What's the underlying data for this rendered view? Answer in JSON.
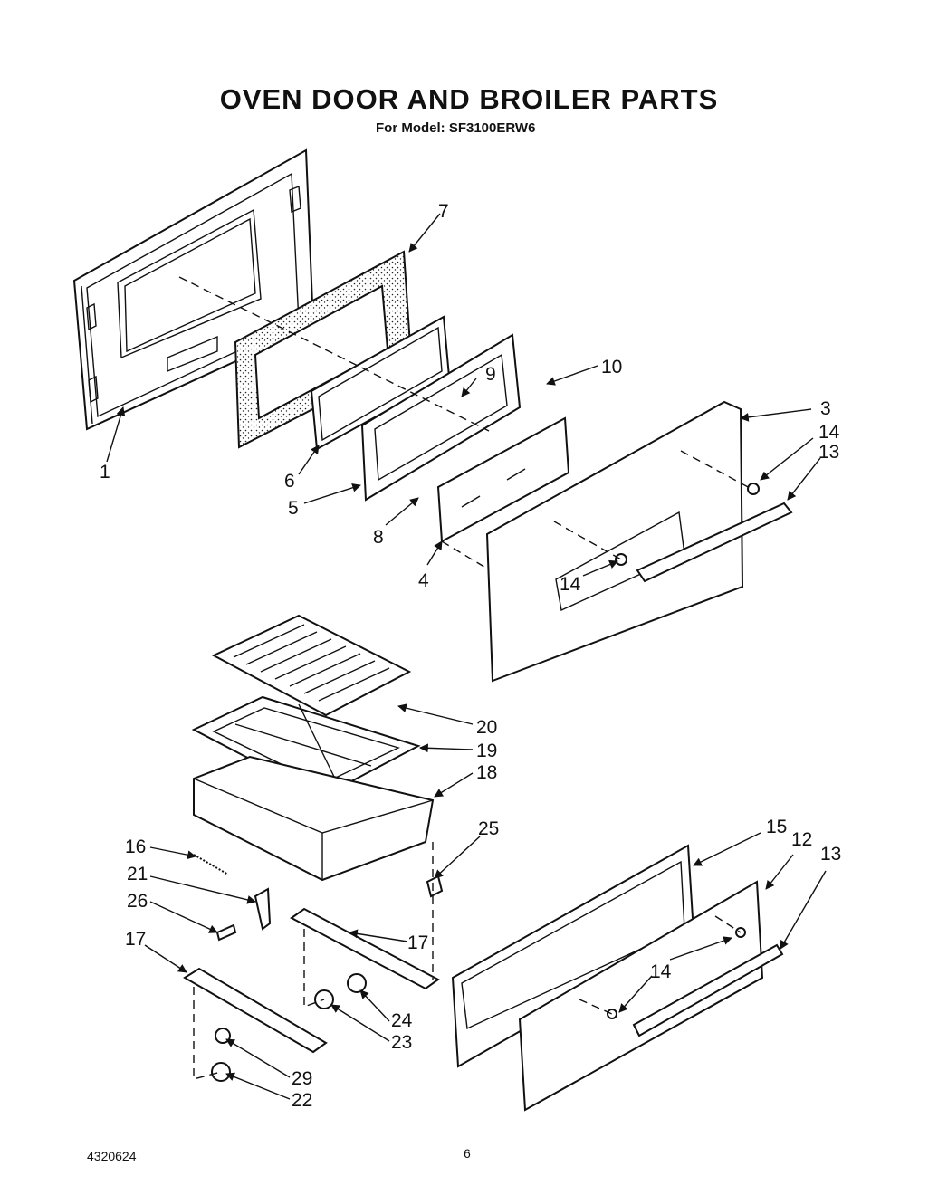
{
  "header": {
    "title": "OVEN DOOR AND BROILER PARTS",
    "subtitle": "For Model: SF3100ERW6"
  },
  "footer": {
    "doc_number": "4320624",
    "page_number": "6"
  },
  "callouts": {
    "c1": "1",
    "c3": "3",
    "c4": "4",
    "c5": "5",
    "c6": "6",
    "c7": "7",
    "c8": "8",
    "c9": "9",
    "c10": "10",
    "c12": "12",
    "c13a": "13",
    "c13b": "13",
    "c14a": "14",
    "c14b": "14",
    "c14c": "14",
    "c15": "15",
    "c16": "16",
    "c17a": "17",
    "c17b": "17",
    "c18": "18",
    "c19": "19",
    "c20": "20",
    "c21": "21",
    "c22": "22",
    "c23": "23",
    "c24": "24",
    "c25": "25",
    "c26": "26",
    "c29": "29"
  }
}
